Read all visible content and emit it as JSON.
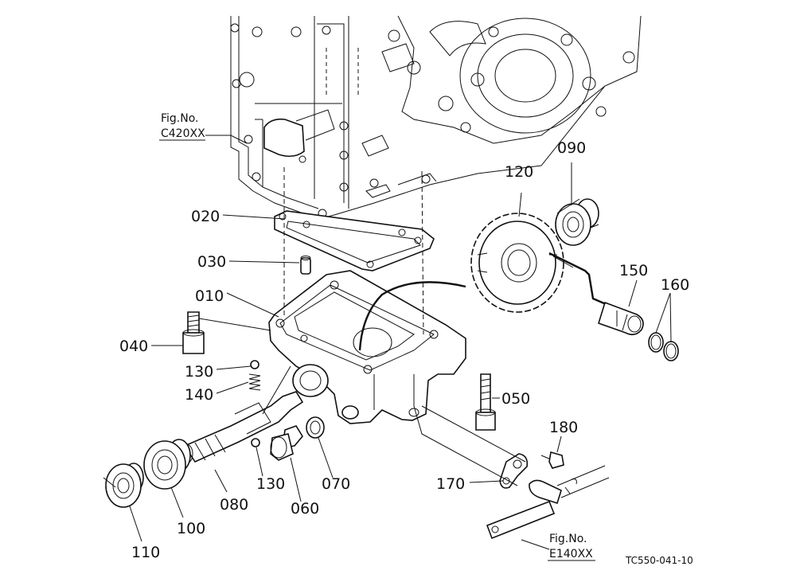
{
  "parts": [
    {
      "id": "p010",
      "label": "010"
    },
    {
      "id": "p020",
      "label": "020"
    },
    {
      "id": "p030",
      "label": "030"
    },
    {
      "id": "p040",
      "label": "040"
    },
    {
      "id": "p050",
      "label": "050"
    },
    {
      "id": "p060",
      "label": "060"
    },
    {
      "id": "p070",
      "label": "070"
    },
    {
      "id": "p080",
      "label": "080"
    },
    {
      "id": "p090",
      "label": "090"
    },
    {
      "id": "p100",
      "label": "100"
    },
    {
      "id": "p110",
      "label": "110"
    },
    {
      "id": "p120",
      "label": "120"
    },
    {
      "id": "p130a",
      "label": "130"
    },
    {
      "id": "p130b",
      "label": "130"
    },
    {
      "id": "p140",
      "label": "140"
    },
    {
      "id": "p150",
      "label": "150"
    },
    {
      "id": "p160",
      "label": "160"
    },
    {
      "id": "p170",
      "label": "170"
    },
    {
      "id": "p180",
      "label": "180"
    }
  ],
  "refs": {
    "c420": {
      "line1": "Fig.No.",
      "line2": "C420XX"
    },
    "e140": {
      "line1": "Fig.No.",
      "line2": "E140XX"
    }
  },
  "drawing_code": "TC550-041-10"
}
